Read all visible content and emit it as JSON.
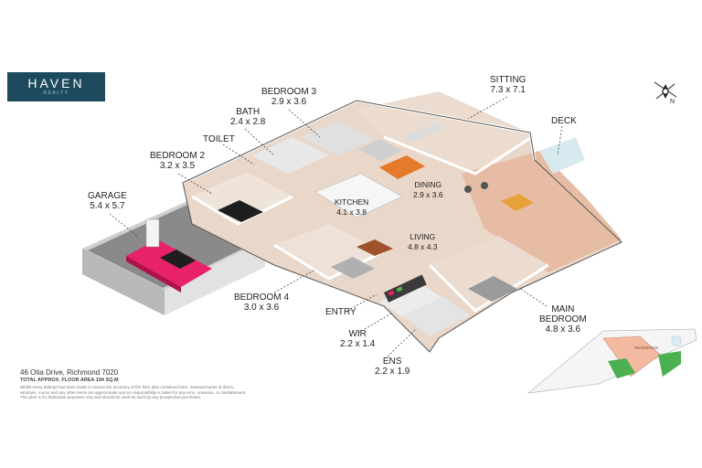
{
  "brand": {
    "name": "HAVEN",
    "sub": "REALTY"
  },
  "rooms": {
    "bedroom3": {
      "name": "BEDROOM 3",
      "dims": "2.9 x 3.6"
    },
    "sitting": {
      "name": "SITTING",
      "dims": "7.3 x 7.1"
    },
    "bath": {
      "name": "BATH",
      "dims": "2.4 x 2.8"
    },
    "toilet": {
      "name": "TOILET"
    },
    "deck": {
      "name": "DECK"
    },
    "bedroom2": {
      "name": "BEDROOM 2",
      "dims": "3.2 x 3.5"
    },
    "dining": {
      "name": "DINING",
      "dims": "2.9 x 3.6"
    },
    "garage": {
      "name": "GARAGE",
      "dims": "5.4 x 5.7"
    },
    "kitchen": {
      "name": "KITCHEN",
      "dims": "4.1 x 3.8"
    },
    "living": {
      "name": "LIVING",
      "dims": "4.8 x 4.3"
    },
    "bedroom4": {
      "name": "BEDROOM 4",
      "dims": "3.0 x 3.6"
    },
    "main_bedroom": {
      "name": "MAIN",
      "name2": "BEDROOM",
      "dims": "4.8 x 3.6"
    },
    "entry": {
      "name": "ENTRY"
    },
    "wir": {
      "name": "WIR",
      "dims": "2.2 x 1.4"
    },
    "ens": {
      "name": "ENS",
      "dims": "2.2 x 1.9"
    }
  },
  "footer": {
    "address": "46 Otia Drive, Richmond 7020",
    "area": "TOTAL APPROX. FLOOR AREA 194 SQ.M",
    "disclaimer1": "Whilst every attempt has been made to ensure the accuracy of the floor plan contained here, measurements of doors,",
    "disclaimer2": "windows, rooms and any other items are approximate and no responsibility is taken for any error, omission, or misstatement.",
    "disclaimer3": "This plan is for illustrative purposes only and should be used as such by any prospective purchaser."
  },
  "site_plan": {
    "label": "RESIDENCE"
  },
  "compass": {
    "label": "N"
  },
  "colors": {
    "brand": "#1d4a5c",
    "floor": "#e9d7c9",
    "garage_floor": "#8a8a8a",
    "car": "#e8216b",
    "lawn": "#4caf50",
    "wall": "#ffffff"
  }
}
